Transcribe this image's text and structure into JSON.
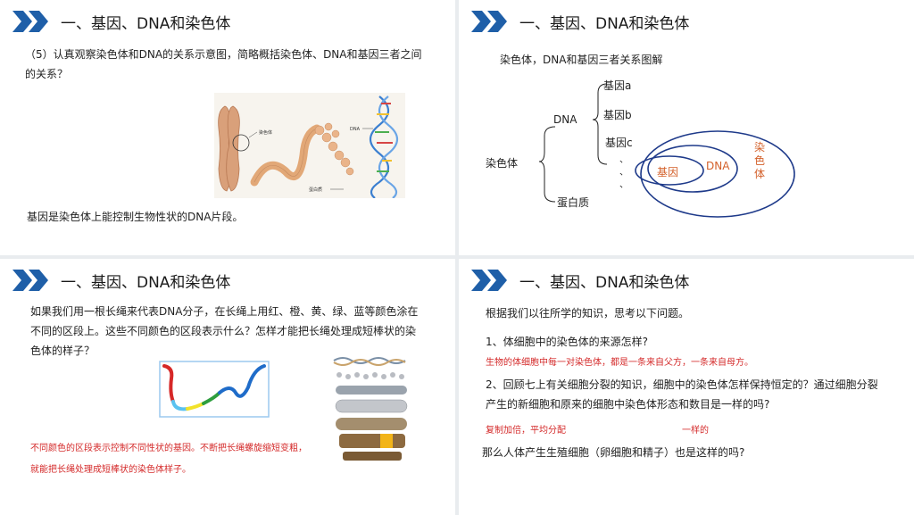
{
  "slide1": {
    "title": "一、基因、DNA和染色体",
    "question": "（5）认真观察染色体和DNA的关系示意图，简略概括染色体、DNA和基因三者之间的关系？",
    "figure": {
      "chromosome_label": "染色体",
      "dna_label": "DNA",
      "protein_label": "蛋白质"
    },
    "answer": "基因是染色体上能控制生物性状的DNA片段。"
  },
  "slide2": {
    "title": "一、基因、DNA和染色体",
    "subtitle": "染色体，DNA和基因三者关系图解",
    "tree": {
      "root": "染色体",
      "dna": "DNA",
      "genes": [
        "基因a",
        "基因b",
        "基因c"
      ],
      "ellipsis": [
        "、",
        "、",
        "、"
      ],
      "protein": "蛋白质"
    },
    "venn": {
      "inner": "基因",
      "middle": "DNA",
      "outer": "染色体"
    },
    "colors": {
      "ellipse_stroke": "#1e3a8a",
      "label": "#d3602a"
    }
  },
  "slide3": {
    "title": "一、基因、DNA和染色体",
    "question": "如果我们用一根长绳来代表DNA分子，在长绳上用红、橙、黄、绿、蓝等颜色涂在不同的区段上。这些不同颜色的区段表示什么？怎样才能把长绳处理成短棒状的染色体的样子？",
    "answer_1": "不同颜色的区段表示控制不同性状的基因。不断把长绳螺旋缩短变粗，",
    "answer_2": "就能把长绳处理成短棒状的染色体样子。"
  },
  "slide4": {
    "title": "一、基因、DNA和染色体",
    "intro": "根据我们以往所学的知识，思考以下问题。",
    "q1": "1、体细胞中的染色体的来源怎样?",
    "a1": "生物的体细胞中每一对染色体，都是一条来自父方，一条来自母方。",
    "q2": "2、回顾七上有关细胞分裂的知识，细胞中的染色体怎样保持恒定的？通过细胞分裂产生的新细胞和原来的细胞中染色体形态和数目是一样的吗?",
    "a2_left": "复制加倍，平均分配",
    "a2_right": "一样的",
    "q3": "那么人体产生生殖细胞（卵细胞和精子）也是这样的吗?"
  },
  "colors": {
    "accent_blue": "#1f5fa8",
    "answer_red": "#d42a2a"
  }
}
